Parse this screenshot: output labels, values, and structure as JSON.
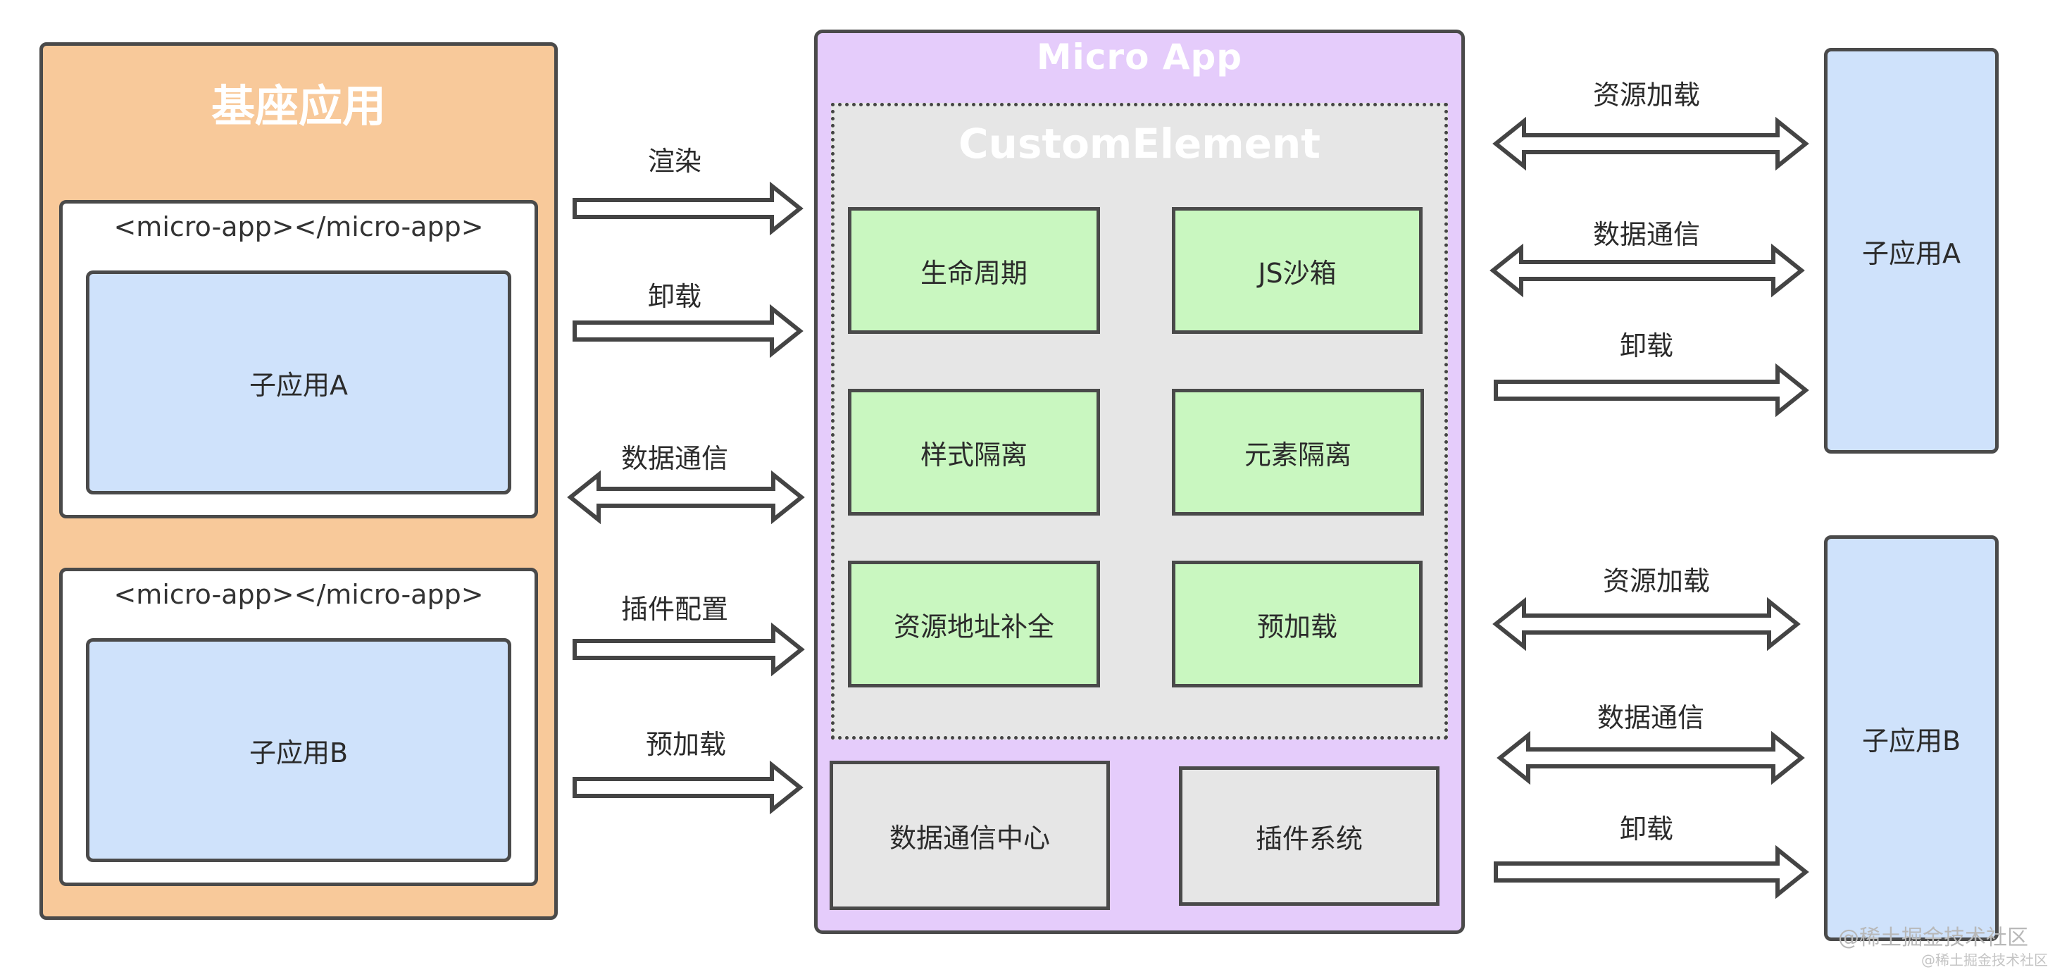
{
  "host": {
    "title": "基座应用",
    "containers": [
      {
        "tag": "<micro-app></micro-app>",
        "child": "子应用A"
      },
      {
        "tag": "<micro-app></micro-app>",
        "child": "子应用B"
      }
    ]
  },
  "micro_app": {
    "title": "Micro App",
    "custom_element": {
      "title": "CustomElement",
      "features": [
        "生命周期",
        "JS沙箱",
        "样式隔离",
        "元素隔离",
        "资源地址补全",
        "预加载"
      ]
    },
    "core": [
      "数据通信中心",
      "插件系统"
    ]
  },
  "host_to_micro": [
    "渲染",
    "卸载",
    "数据通信",
    "插件配置",
    "预加载"
  ],
  "sub_apps": [
    {
      "name": "子应用A",
      "links": [
        "资源加载",
        "数据通信",
        "卸载"
      ]
    },
    {
      "name": "子应用B",
      "links": [
        "资源加载",
        "数据通信",
        "卸载"
      ]
    }
  ],
  "watermark": "@稀土掘金技术社区",
  "watermark_small": "@稀土掘金技术社区",
  "colors": {
    "host_bg": "#f8c99a",
    "micro_app_bg": "#e5ccfb",
    "custom_element_bg": "#e6e6e6",
    "feature_bg": "#c9f7c0",
    "sub_app_bg": "#cfe2fb",
    "border": "#4a4a4a"
  }
}
